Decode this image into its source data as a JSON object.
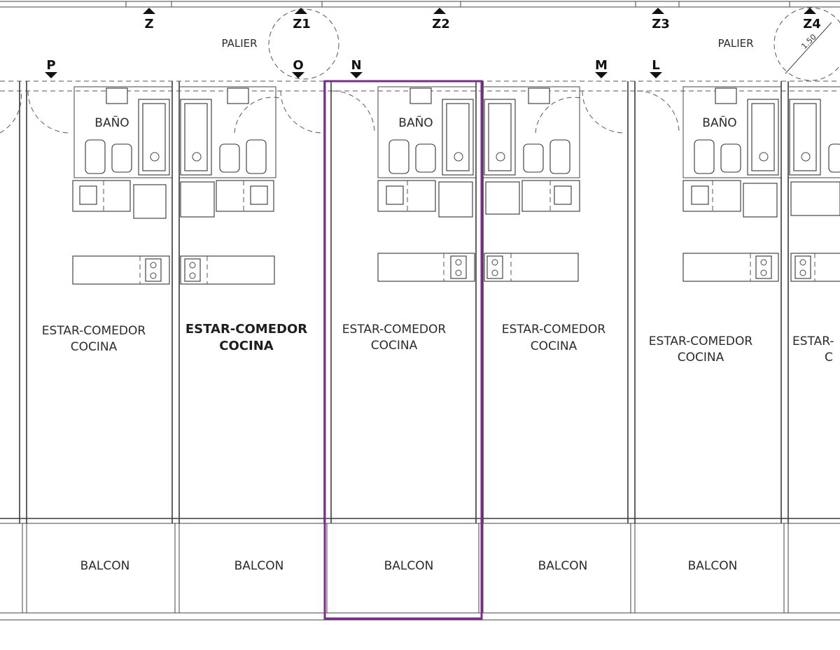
{
  "axis_markers": {
    "top": [
      "Z",
      "Z1",
      "Z2",
      "Z3",
      "Z4"
    ],
    "bottom": [
      "P",
      "O",
      "N",
      "M",
      "L"
    ]
  },
  "landing_labels": [
    "PALIER",
    "PALIER"
  ],
  "dimension_label": "1.50",
  "bathroom_labels": [
    "BAÑO",
    "BAÑO",
    "BAÑO"
  ],
  "units": [
    {
      "line1": "ESTAR-COMEDOR",
      "line2": "COCINA"
    },
    {
      "line1": "ESTAR-COMEDOR",
      "line2": "COCINA"
    },
    {
      "line1": "ESTAR-COMEDOR",
      "line2": "COCINA"
    },
    {
      "line1": "ESTAR-COMEDOR",
      "line2": "COCINA"
    },
    {
      "line1": "ESTAR-COMEDOR",
      "line2": "COCINA"
    },
    {
      "line1": "ESTAR-",
      "line2": "C"
    }
  ],
  "balcony_labels": [
    "BALCON",
    "BALCON",
    "BALCON",
    "BALCON",
    "BALCON"
  ],
  "highlight_color": "#7b2d8e"
}
